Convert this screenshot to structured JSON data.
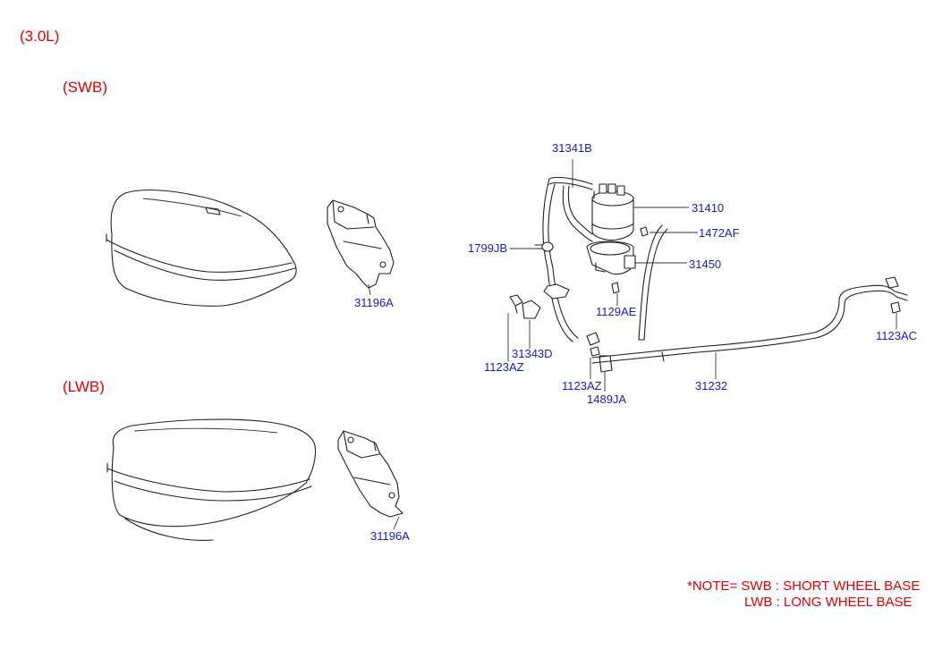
{
  "headers": {
    "engine": "(3.0L)",
    "swb": "(SWB)",
    "lwb": "(LWB)"
  },
  "note": {
    "line1": "*NOTE= SWB : SHORT WHEEL BASE",
    "line2": "LWB : LONG WHEEL BASE"
  },
  "labels": {
    "p31196A_swb": "31196A",
    "p31196A_lwb": "31196A",
    "p31341B": "31341B",
    "p31410": "31410",
    "p1472AF": "1472AF",
    "p1799JB": "1799JB",
    "p31450": "31450",
    "p1129AE": "1129AE",
    "p31343D": "31343D",
    "p1123AZ_left": "1123AZ",
    "p1123AZ_mid": "1123AZ",
    "p1489JA": "1489JA",
    "p31232": "31232",
    "p1123AC": "1123AC"
  },
  "colors": {
    "header_red": "#e60000",
    "label_blue": "#1a1acc",
    "line": "#222222"
  }
}
